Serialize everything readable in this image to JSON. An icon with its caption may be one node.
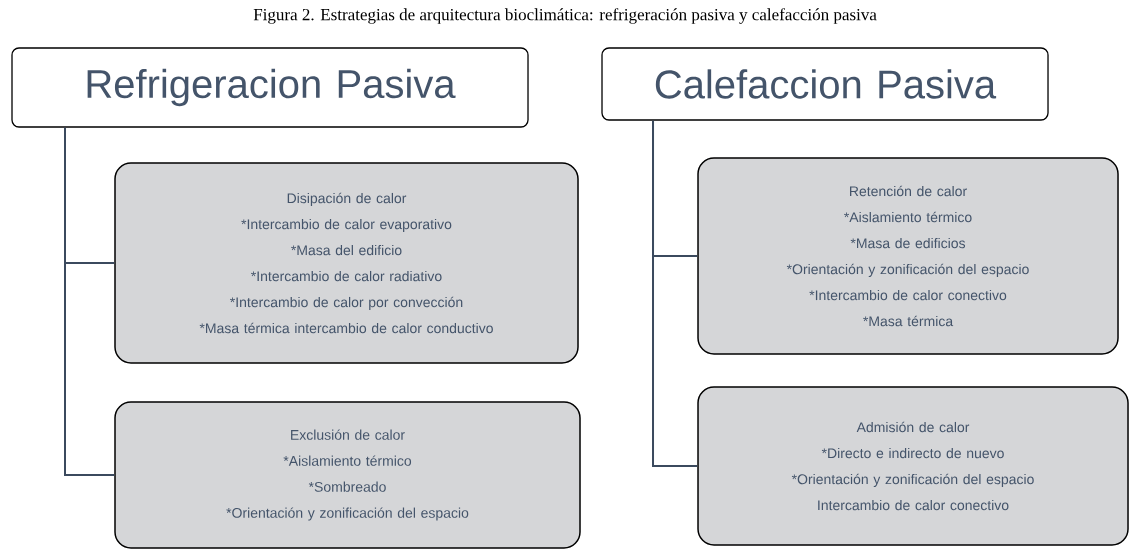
{
  "diagram": {
    "title": "Figura 2. Estrategias de arquitectura bioclimática: refrigeración pasiva y calefacción pasiva",
    "nodes": [
      {
        "text": [
          "Refrigeracion Pasiva"
        ]
      },
      {
        "text": [
          "Calefaccion Pasiva"
        ]
      },
      {
        "text": [
          "Disipación de calor",
          "*Intercambio de calor evaporativo",
          "*Masa del edificio",
          "*Intercambio de calor radiativo",
          "*Intercambio de calor por convección",
          "*Masa térmica intercambio de calor conductivo"
        ]
      },
      {
        "text": [
          "Exclusión de calor",
          "*Aislamiento térmico",
          "*Sombreado",
          "*Orientación y zonificación del espacio"
        ]
      },
      {
        "text": [
          "Retención de calor",
          "*Aislamiento térmico",
          "*Masa de edificios",
          "*Orientación y zonificación del espacio",
          "*Intercambio de calor conectivo",
          "*Masa térmica"
        ]
      },
      {
        "text": [
          "Admisión de calor",
          "*Directo e indirecto de nuevo",
          "*Orientación y zonificación del espacio",
          "Intercambio de calor conectivo"
        ]
      }
    ],
    "edges": [
      {
        "from": 0,
        "to": 2,
        "arrow": "none"
      },
      {
        "from": 0,
        "to": 3,
        "arrow": "none"
      },
      {
        "from": 1,
        "to": 4,
        "arrow": "none"
      },
      {
        "from": 1,
        "to": 5,
        "arrow": "none"
      }
    ]
  }
}
